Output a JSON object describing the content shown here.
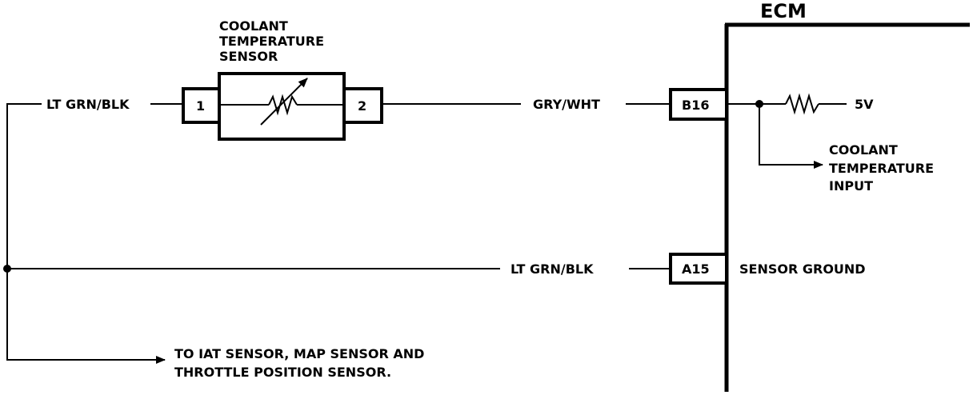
{
  "ecm": {
    "title": "ECM"
  },
  "sensor": {
    "title_lines": [
      "COOLANT",
      "TEMPERATURE",
      "SENSOR"
    ],
    "pin1": "1",
    "pin2": "2"
  },
  "wires": {
    "sensor_pin1_color": "LT GRN/BLK",
    "signal_color": "GRY/WHT",
    "ground_color": "LT GRN/BLK"
  },
  "ecm_pins": {
    "signal": "B16",
    "ground": "A15"
  },
  "ecm_internal": {
    "reference_voltage": "5V",
    "input_lines": [
      "COOLANT",
      "TEMPERATURE",
      "INPUT"
    ],
    "ground_label": "SENSOR GROUND"
  },
  "note": {
    "lines": [
      "TO IAT SENSOR, MAP SENSOR AND",
      "THROTTLE POSITION SENSOR."
    ]
  }
}
